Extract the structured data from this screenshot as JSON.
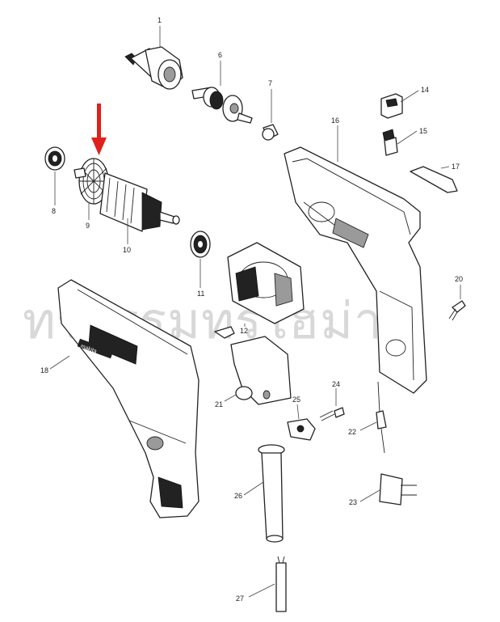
{
  "watermark": "ทรรรรมทรไฮม่า",
  "brand_mark": "makita",
  "labels": {
    "p1": "1",
    "p6": "6",
    "p7": "7",
    "p8": "8",
    "p9": "9",
    "p10": "10",
    "p11": "11",
    "p12": "12",
    "p14": "14",
    "p15": "15",
    "p16": "16",
    "p17": "17",
    "p18": "18",
    "p20": "20",
    "p21": "21",
    "p22": "22",
    "p23": "23",
    "p24": "24",
    "p25": "25",
    "p26": "26",
    "p27": "27"
  },
  "colors": {
    "highlight_arrow": "#e0201a",
    "line": "#222222",
    "watermark": "#d8d8d8"
  }
}
